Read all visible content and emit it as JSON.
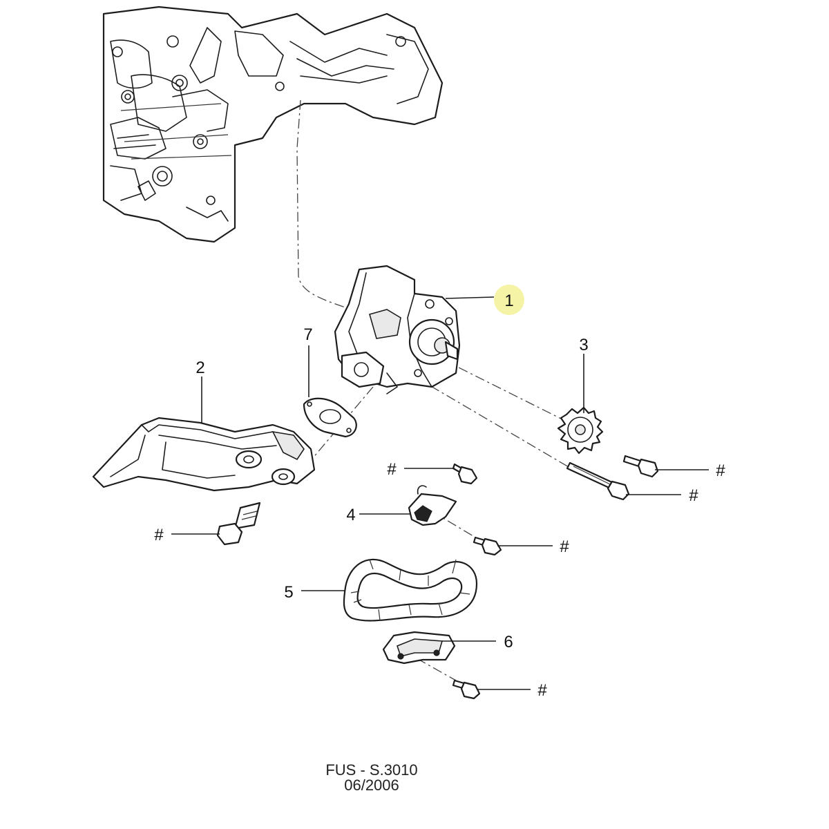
{
  "callouts": {
    "c1": "1",
    "c2": "2",
    "c3": "3",
    "c4": "4",
    "c5": "5",
    "c6": "6",
    "c7": "7",
    "hash": "#"
  },
  "caption": {
    "line1": "FUS - S.3010",
    "line2": "06/2006"
  },
  "colors": {
    "highlight": "#f5f3a6",
    "line": "#1c1c1c"
  }
}
